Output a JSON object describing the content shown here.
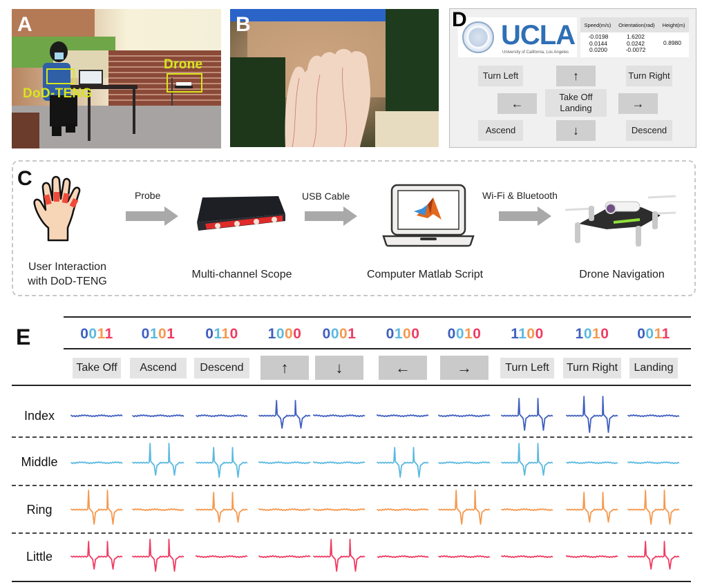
{
  "panels": {
    "A": {
      "label": "A",
      "tags": {
        "device": "DoD-TENG",
        "drone": "Drone"
      }
    },
    "B": {
      "label": "B"
    },
    "C": {
      "label": "C",
      "stages": [
        {
          "caption_line1": "User Interaction",
          "caption_line2": "with DoD-TENG",
          "icon": "hand-icon"
        },
        {
          "caption_line1": "Multi-channel Scope",
          "icon": "oscilloscope-icon"
        },
        {
          "caption_line1": "Computer Matlab Script",
          "icon": "laptop-matlab-icon"
        },
        {
          "caption_line1": "Drone Navigation",
          "icon": "drone-icon"
        }
      ],
      "links": [
        "Probe",
        "USB Cable",
        "Wi-Fi & Bluetooth"
      ]
    },
    "D": {
      "label": "D",
      "logo": {
        "word": "UCLA",
        "subtitle": "University of California, Los Angeles"
      },
      "telemetry": {
        "headers": [
          "Speed(m/s)",
          "Orientation(rad)",
          "Height(m)"
        ],
        "speed": [
          "-0.0198",
          "0.0144",
          "0.0200"
        ],
        "orientation": [
          "1.6202",
          "0.0242",
          "-0.0072"
        ],
        "height": [
          "0.8980"
        ]
      },
      "buttons": {
        "turn_left": "Turn Left",
        "up": "↑",
        "turn_right": "Turn Right",
        "left": "←",
        "takeoff_line1": "Take Off",
        "takeoff_line2": "Landing",
        "right": "→",
        "ascend": "Ascend",
        "down": "↓",
        "descend": "Descend"
      }
    },
    "E": {
      "label": "E"
    }
  },
  "colors": {
    "index": "#3f5fbf",
    "middle": "#5bb9e0",
    "ring": "#f5994f",
    "little": "#ef3c63",
    "yellow_tag": "#d8e61a",
    "ucla_blue": "#2f6fb5"
  },
  "chart_data": {
    "type": "table",
    "title": "Binary finger-code command mapping with TENG signals",
    "columns": [
      {
        "code": "0011",
        "command": "Take Off",
        "style": "light"
      },
      {
        "code": "0101",
        "command": "Ascend",
        "style": "light"
      },
      {
        "code": "0110",
        "command": "Descend",
        "style": "light"
      },
      {
        "code": "1000",
        "command": "↑",
        "style": "dark"
      },
      {
        "code": "0001",
        "command": "↓",
        "style": "dark"
      },
      {
        "code": "0100",
        "command": "←",
        "style": "dark"
      },
      {
        "code": "0010",
        "command": "→",
        "style": "dark"
      },
      {
        "code": "1100",
        "command": "Turn Left",
        "style": "light"
      },
      {
        "code": "1010",
        "command": "Turn Right",
        "style": "light"
      },
      {
        "code": "0011",
        "command": "Landing",
        "style": "light"
      }
    ],
    "rows": [
      {
        "finger": "Index",
        "active": [
          0,
          0,
          0,
          1,
          0,
          0,
          0,
          1,
          1,
          0
        ]
      },
      {
        "finger": "Middle",
        "active": [
          0,
          1,
          1,
          0,
          0,
          1,
          0,
          1,
          0,
          0
        ]
      },
      {
        "finger": "Ring",
        "active": [
          1,
          0,
          1,
          0,
          0,
          0,
          1,
          0,
          1,
          1
        ]
      },
      {
        "finger": "Little",
        "active": [
          1,
          1,
          0,
          0,
          1,
          0,
          0,
          0,
          0,
          1
        ]
      }
    ],
    "signal_shape": "two spike pairs (positive peak then negative dip) per active cell; flat noisy baseline otherwise"
  }
}
